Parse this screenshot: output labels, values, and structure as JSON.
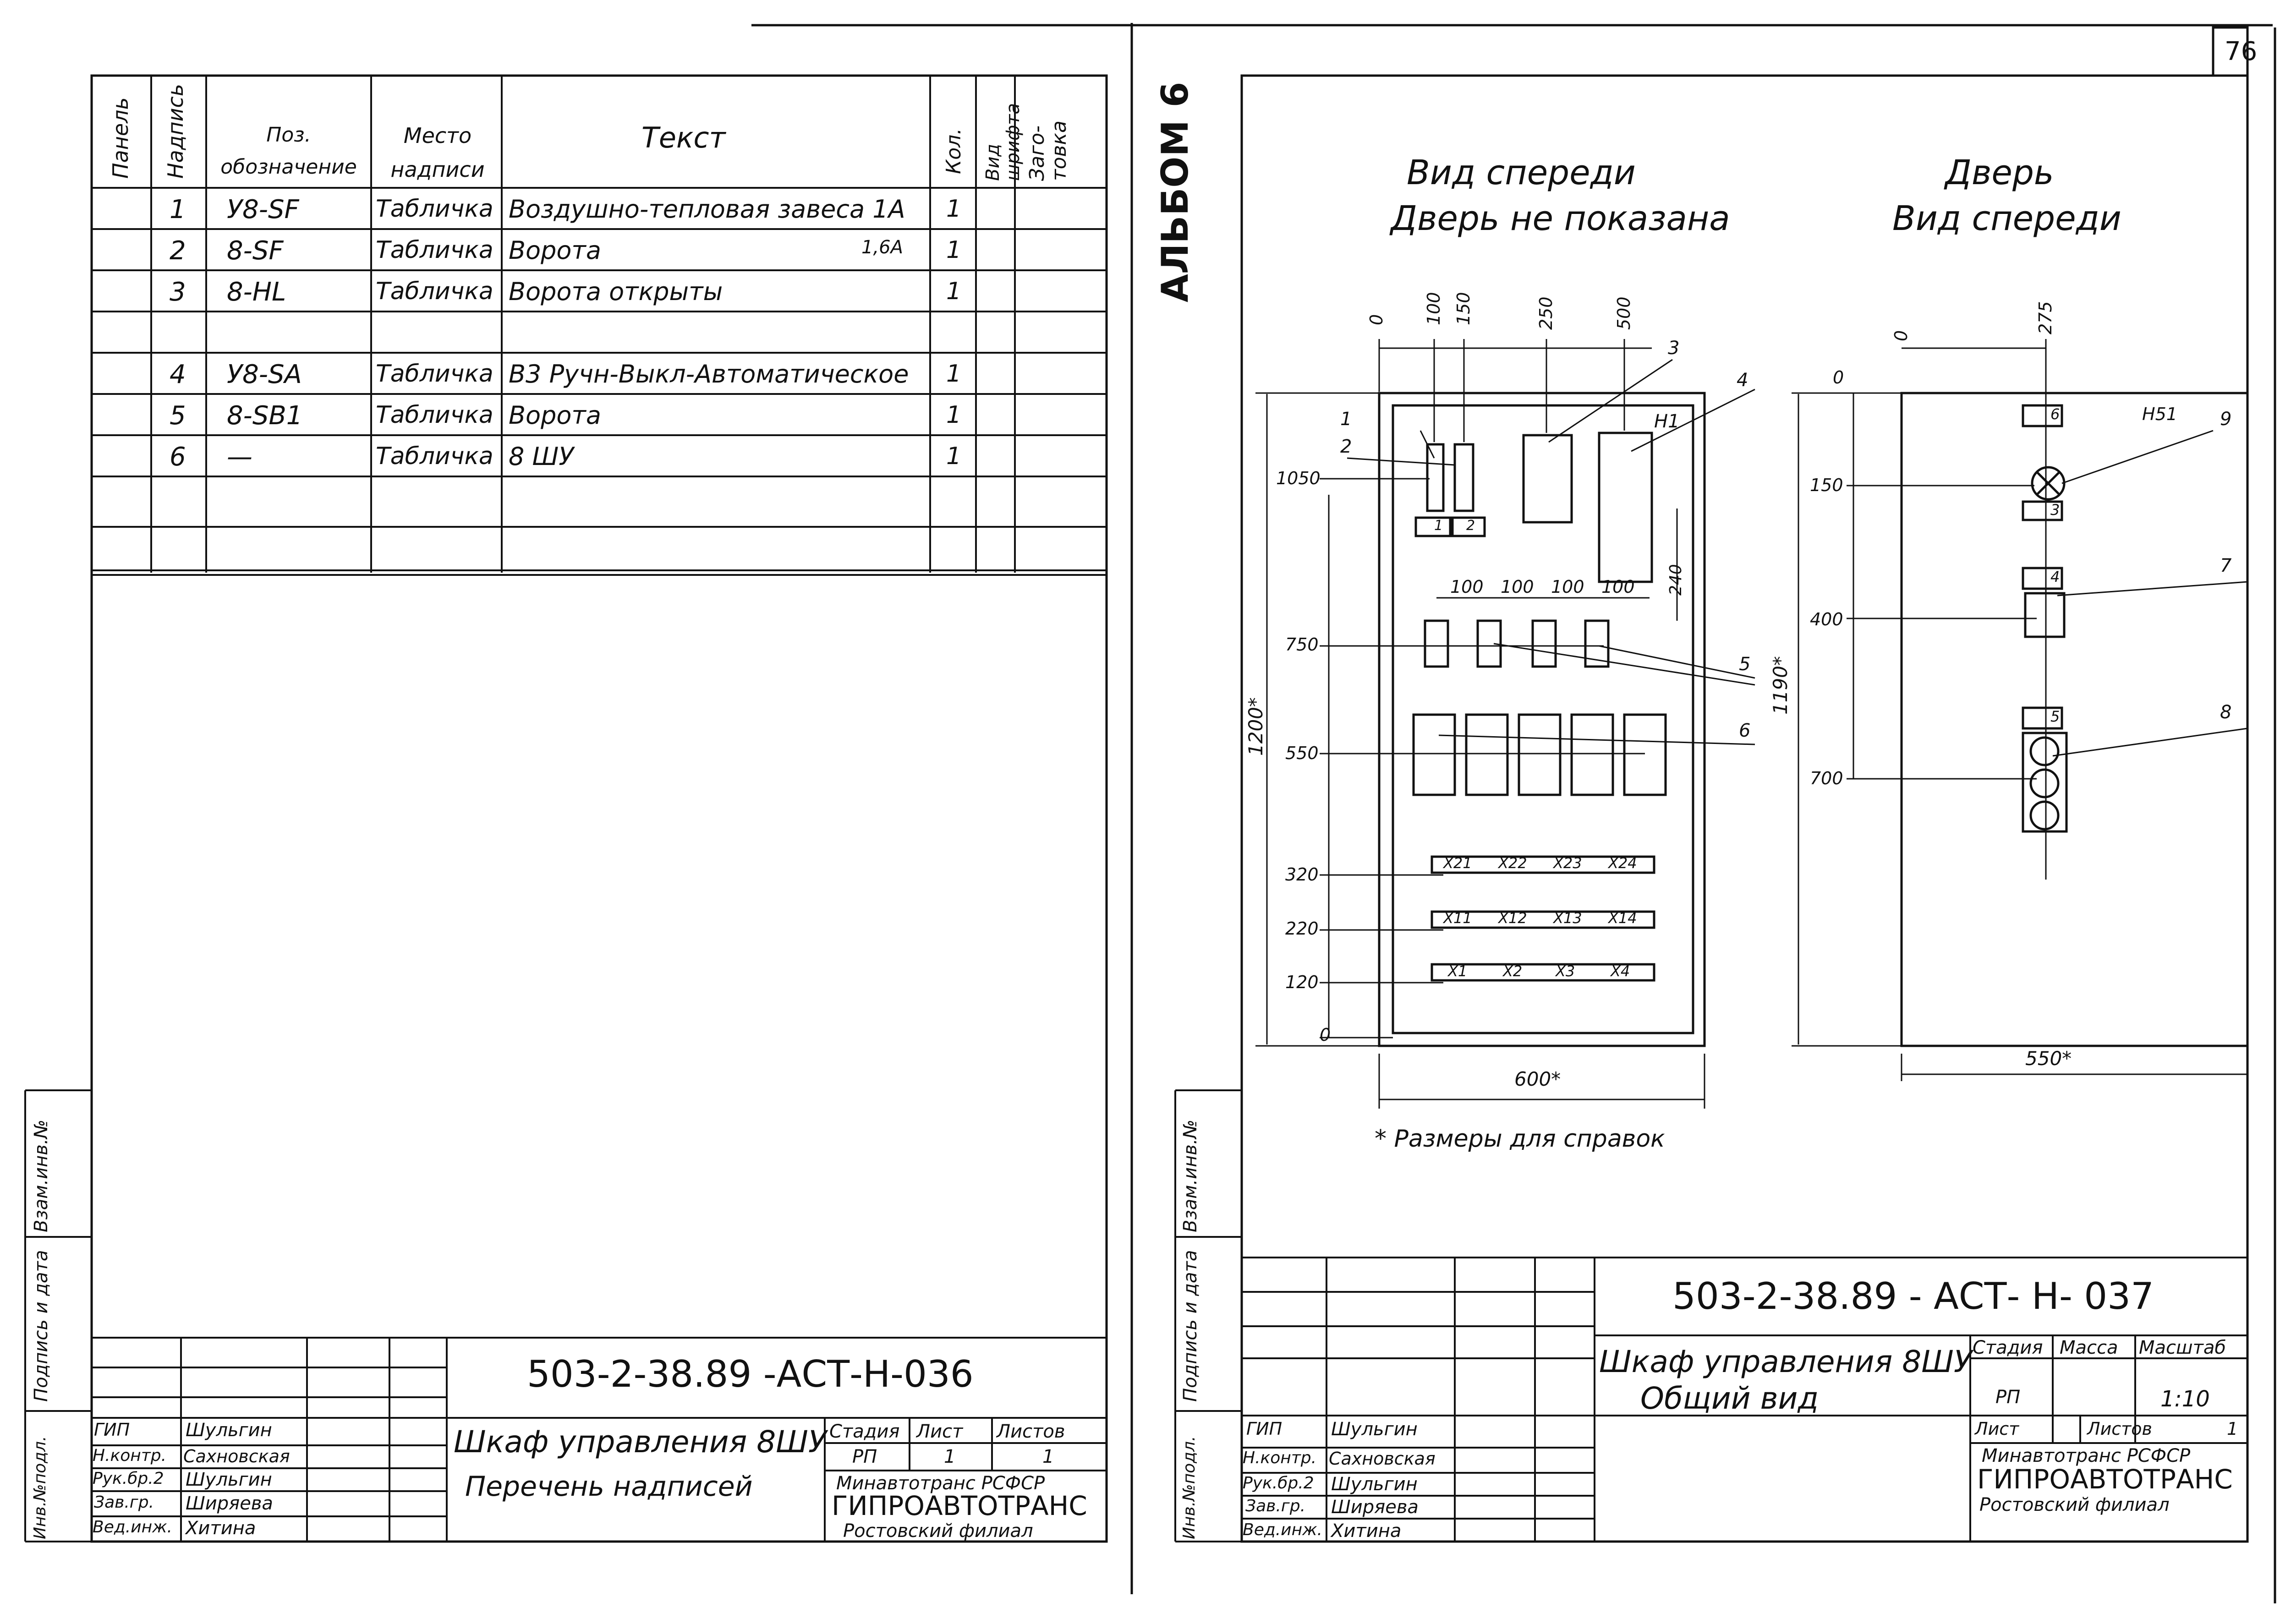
{
  "page_number": "76",
  "album_label": "АЛЬБОМ 6",
  "left_sheet": {
    "table_headers": [
      "Панель",
      "Надпись",
      "Поз. обозначение",
      "Место надписи",
      "Текст",
      "Кол.",
      "Вид шрифта",
      "Заго-товка"
    ],
    "rows": [
      {
        "num": "1",
        "pos": "У8-SF",
        "place": "Табличка",
        "text": "Воздушно-тепловая завеса 1А",
        "extra": "",
        "qty": "1"
      },
      {
        "num": "2",
        "pos": "8-SF",
        "place": "Табличка",
        "text": "Ворота",
        "extra": "1,6А",
        "qty": "1"
      },
      {
        "num": "3",
        "pos": "8-HL",
        "place": "Табличка",
        "text": "Ворота открыты",
        "extra": "",
        "qty": "1"
      },
      {
        "num": "",
        "pos": "",
        "place": "",
        "text": "",
        "extra": "",
        "qty": ""
      },
      {
        "num": "4",
        "pos": "У8-SA",
        "place": "Табличка",
        "text": "В3 Ручн-Выкл-Автоматическое",
        "extra": "",
        "qty": "1"
      },
      {
        "num": "5",
        "pos": "8-SB1",
        "place": "Табличка",
        "text": "Ворота",
        "extra": "",
        "qty": "1"
      },
      {
        "num": "6",
        "pos": "—",
        "place": "Табличка",
        "text": "8 ШУ",
        "extra": "",
        "qty": "1"
      }
    ],
    "doc_code": "503-2-38.89 -АСТ-Н-036",
    "title_line1": "Шкаф управления 8ШУ",
    "title_line2": "Перечень надписей",
    "stage_header": "Стадия",
    "sheet_header": "Лист",
    "sheets_header": "Листов",
    "stage": "РП",
    "sheet": "1",
    "sheets": "1",
    "org1": "Минавтотранс РСФСР",
    "org2": "ГИПРОАВТОТРАНС",
    "org3": "Ростовский филиал"
  },
  "right_sheet": {
    "view_front_1": "Вид спереди",
    "view_front_2": "Дверь не показана",
    "view_door_1": "Дверь",
    "view_door_2": "Вид спереди",
    "top_dims": [
      "0",
      "100",
      "150",
      "250",
      "500"
    ],
    "vert_dims": [
      "1050",
      "750",
      "550",
      "320",
      "220",
      "120",
      "0"
    ],
    "spacing_dims": [
      "100",
      "100",
      "100",
      "100"
    ],
    "dim_240": "240",
    "dim_1200": "1200*",
    "dim_600": "600*",
    "door_top_dims": [
      "0",
      "275"
    ],
    "door_vert_dims": [
      "0",
      "150",
      "400",
      "700"
    ],
    "dim_1190": "1190*",
    "dim_550": "550*",
    "label_h1": "Н1",
    "label_h51": "Н51",
    "callouts": [
      "1",
      "2",
      "3",
      "4",
      "5",
      "6",
      "7",
      "8",
      "9"
    ],
    "small_labels": [
      "1",
      "2",
      "6",
      "3",
      "4",
      "5"
    ],
    "terminals_row1": [
      "X21",
      "X22",
      "X23",
      "X24"
    ],
    "terminals_row2": [
      "X11",
      "X12",
      "X13",
      "X14"
    ],
    "terminals_row3": [
      "X1",
      "X2",
      "X3",
      "X4"
    ],
    "note": "* Размеры для справок",
    "doc_code": "503-2-38.89 - АСТ- Н- 037",
    "title_line1": "Шкаф управления 8ШУ",
    "title_line2": "Общий вид",
    "stage_header": "Стадия",
    "mass_header": "Масса",
    "scale_header": "Масштаб",
    "stage": "РП",
    "scale": "1:10",
    "sheet_label": "Лист",
    "sheets_label": "Листов",
    "sheets": "1",
    "org1": "Минавтотранс РСФСР",
    "org2": "ГИПРОАВТОТРАНС",
    "org3": "Ростовский филиал"
  },
  "signatures": {
    "roles": [
      "ГИП",
      "Н.контр.",
      "Рук.бр.2",
      "Зав.гр.",
      "Вед.инж."
    ],
    "names": [
      "Шульгин",
      "Сахновская",
      "Шульгин",
      "Ширяева",
      "Хитина"
    ]
  },
  "side_stamps": [
    "Инв.№подл.",
    "Подпись и дата",
    "Взам.инв.№"
  ]
}
